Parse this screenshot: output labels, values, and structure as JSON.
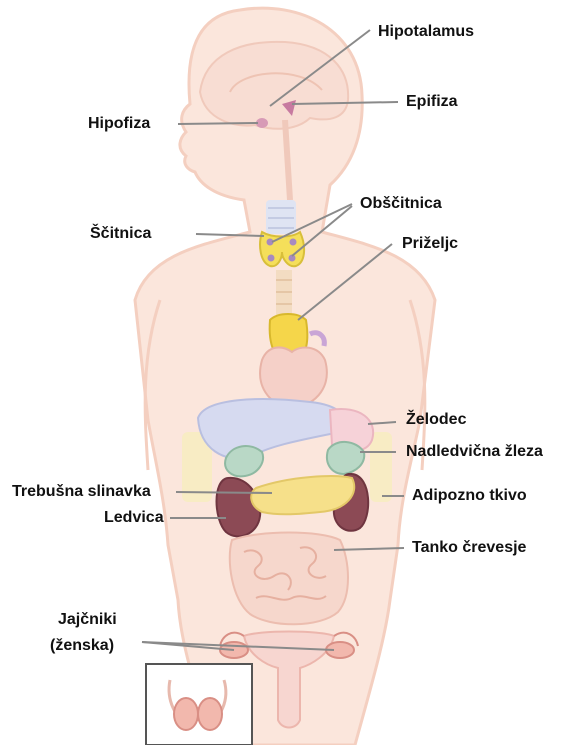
{
  "colors": {
    "body": "#fbe6dc",
    "body_outline": "#f4cfc0",
    "gland_yellow": "#f5df5a",
    "liver": "#d6daf0",
    "kidney": "#8c4a55",
    "adrenal": "#b9d8c6",
    "heart": "#f5d0c8",
    "intestine": "#f6d7cc",
    "pink_gland": "#c77aa0",
    "leader_line": "#8a8a8a"
  },
  "labels": {
    "hypothalamus": "Hipotalamus",
    "epiphysis": "Epifiza",
    "hypophysis": "Hipofiza",
    "parathyroid": "Obščitnica",
    "thyroid": "Ščitnica",
    "thymus": "Priželjc",
    "stomach": "Želodec",
    "adrenal": "Nadledvična žleza",
    "pancreas": "Trebušna slinavka",
    "adipose": "Adipozno tkivo",
    "kidney": "Ledvica",
    "small_intestine": "Tanko črevesje",
    "ovaries_line1": "Jajčniki",
    "ovaries_line2": "(ženska)"
  }
}
